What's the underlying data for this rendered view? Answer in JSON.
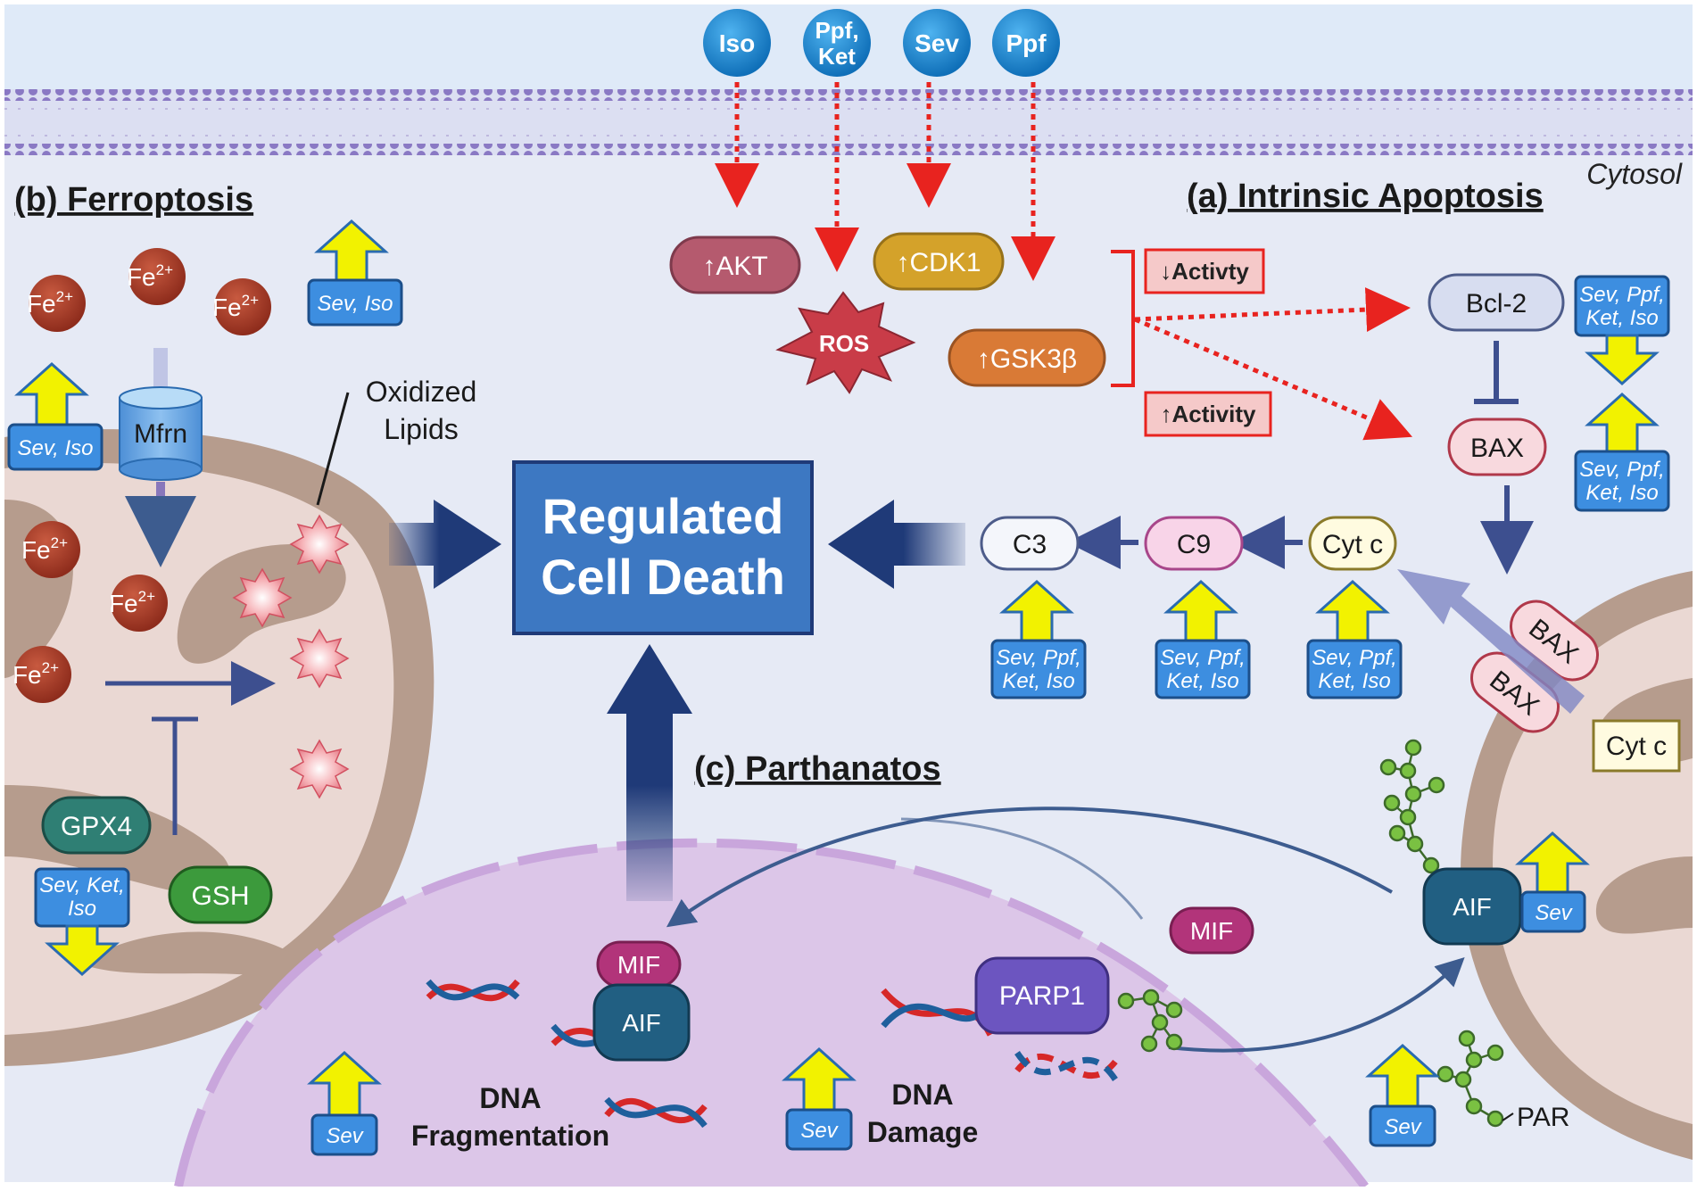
{
  "membrane": {
    "cytosol_label": "Cytosol"
  },
  "drugs": {
    "iso": "Iso",
    "ppf_ket_line1": "Ppf,",
    "ppf_ket_line2": "Ket",
    "sev": "Sev",
    "ppf": "Ppf"
  },
  "titles": {
    "apoptosis": "(a) Intrinsic Apoptosis",
    "ferroptosis": "(b) Ferroptosis",
    "parthanatos": "(c) Parthanatos"
  },
  "kinases": {
    "akt": "↑AKT",
    "cdk1": "↑CDK1",
    "gsk3b": "↑GSK3β",
    "ros": "ROS"
  },
  "activity": {
    "down": "↓Activty",
    "up": "↑Activity"
  },
  "apoptosis": {
    "bcl2": "Bcl-2",
    "bax": "BAX",
    "bax_mito_1": "BAX",
    "bax_mito_2": "BAX",
    "cytc": "Cyt c",
    "cytc_mito": "Cyt c",
    "c9": "C9",
    "c3": "C3",
    "bcl2_mod_line1": "Sev, Ppf,",
    "bcl2_mod_line2": "Ket, Iso",
    "bax_mod_line1": "Sev, Ppf,",
    "bax_mod_line2": "Ket, Iso",
    "c3_mod_line1": "Sev, Ppf,",
    "c3_mod_line2": "Ket, Iso",
    "c9_mod_line1": "Sev, Ppf,",
    "c9_mod_line2": "Ket, Iso",
    "cytc_mod_line1": "Sev, Ppf,",
    "cytc_mod_line2": "Ket, Iso"
  },
  "center": {
    "line1": "Regulated",
    "line2": "Cell Death"
  },
  "ferroptosis": {
    "fe_base": "Fe",
    "fe_charge": "2+",
    "mfrn": "Mfrn",
    "oxidized_line1": "Oxidized",
    "oxidized_line2": "Lipids",
    "gpx4": "GPX4",
    "gsh": "GSH",
    "fe_mod": "Sev, Iso",
    "mfrn_mod": "Sev, Iso",
    "gpx4_mod_line1": "Sev, Ket,",
    "gpx4_mod_line2": "Iso"
  },
  "parthanatos": {
    "mif_free": "MIF",
    "mif_bound": "MIF",
    "aif_nucleus": "AIF",
    "aif_mito": "AIF",
    "parp1": "PARP1",
    "dna_frag_line1": "DNA",
    "dna_frag_line2": "Fragmentation",
    "dna_damage_line1": "DNA",
    "dna_damage_line2": "Damage",
    "par": "PAR",
    "aif_mod": "Sev",
    "frag_mod": "Sev",
    "damage_mod": "Sev",
    "par_mod": "Sev"
  },
  "colors": {
    "background": "#e6eaf5",
    "drug_blue": "#1c87cf",
    "center_box": "#3d78c2",
    "arrow_navy": "#1f3a78",
    "modulator_box": "#3d8ee0",
    "modulator_arrow": "#f2f200",
    "red_dotted": "#e8231f",
    "akt": "#b55a6e",
    "cdk1": "#d4a22a",
    "gsk3b": "#d97a36",
    "ros": "#c93c48",
    "mito": "#b49a8c",
    "nucleus": "#dcc6e8",
    "fe": "#a83a26",
    "gpx4": "#2f7f74",
    "gsh": "#3c9a3c",
    "mif": "#b2347a",
    "aif": "#215f82",
    "parp1": "#6c55c0",
    "par": "#7ac142"
  }
}
